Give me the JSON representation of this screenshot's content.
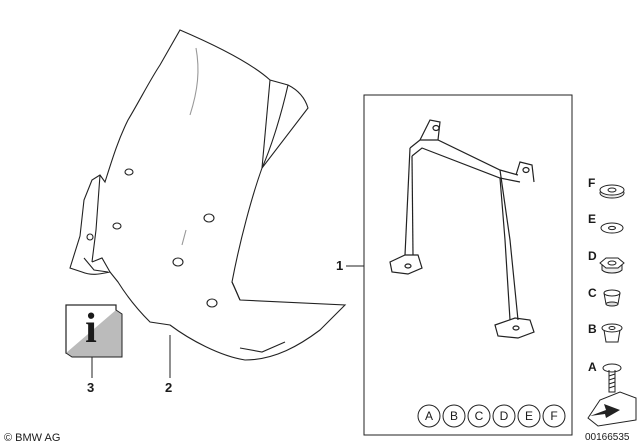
{
  "callouts": [
    {
      "id": "callout-1",
      "text": "1"
    },
    {
      "id": "callout-2",
      "text": "2"
    },
    {
      "id": "callout-3",
      "text": "3"
    }
  ],
  "info_icon_glyph": "i",
  "small_parts": [
    {
      "letter": "F",
      "icon": "grommet-icon"
    },
    {
      "letter": "E",
      "icon": "washer-icon"
    },
    {
      "letter": "D",
      "icon": "nut-icon"
    },
    {
      "letter": "C",
      "icon": "spacer-icon"
    },
    {
      "letter": "B",
      "icon": "rivet-nut-icon"
    },
    {
      "letter": "A",
      "icon": "screw-icon"
    }
  ],
  "parts_legend": [
    "A",
    "B",
    "C",
    "D",
    "E",
    "F"
  ],
  "copyright": "© BMW AG",
  "part_number": "00166535"
}
